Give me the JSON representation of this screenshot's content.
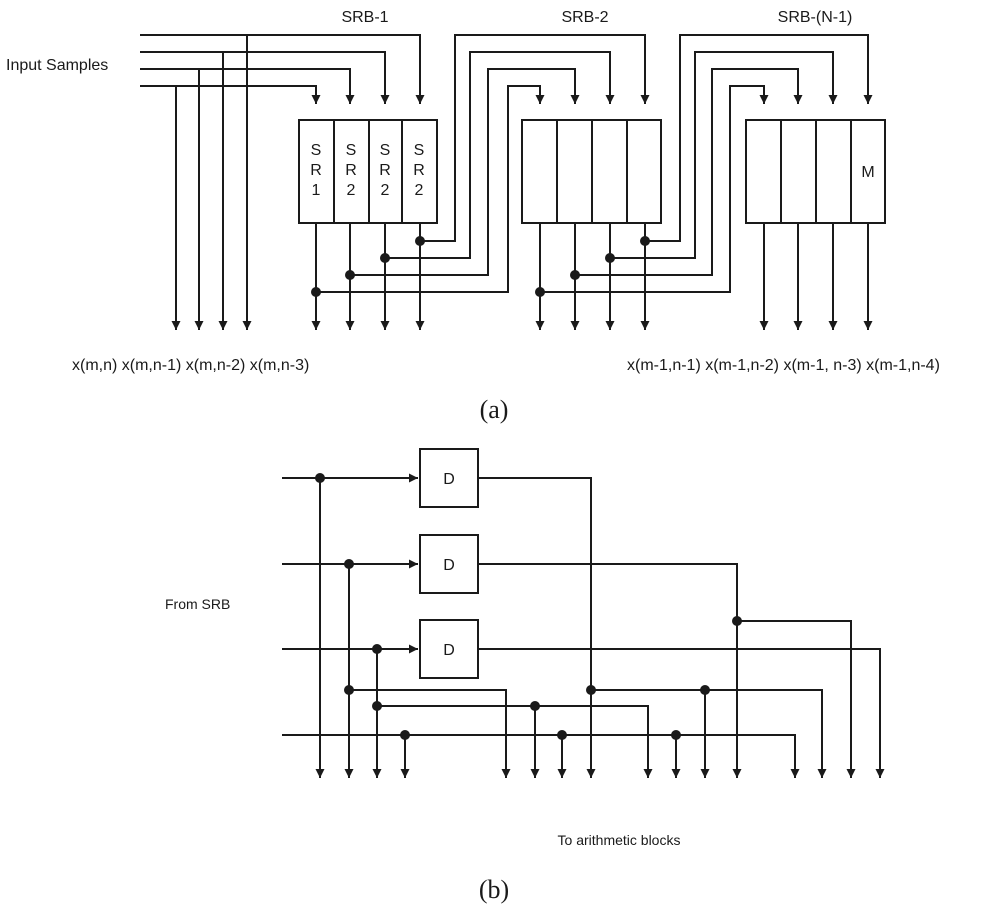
{
  "part_a": {
    "input_label": "Input Samples",
    "srb_labels": [
      "SRB-1",
      "SRB-2",
      "SRB-(N-1)"
    ],
    "sr_cells": [
      [
        "S",
        "R",
        "1"
      ],
      [
        "S",
        "R",
        "2"
      ],
      [
        "S",
        "R",
        "2"
      ],
      [
        "S",
        "R",
        "2"
      ]
    ],
    "last_cell": "M",
    "outputs_left": "x(m,n) x(m,n-1) x(m,n-2) x(m,n-3)",
    "outputs_right": "x(m-1,n-1) x(m-1,n-2) x(m-1, n-3) x(m-1,n-4)",
    "caption": "(a)"
  },
  "part_b": {
    "from_label": "From SRB",
    "delay_labels": [
      "D",
      "D",
      "D"
    ],
    "to_label": "To arithmetic blocks",
    "caption": "(b)"
  }
}
